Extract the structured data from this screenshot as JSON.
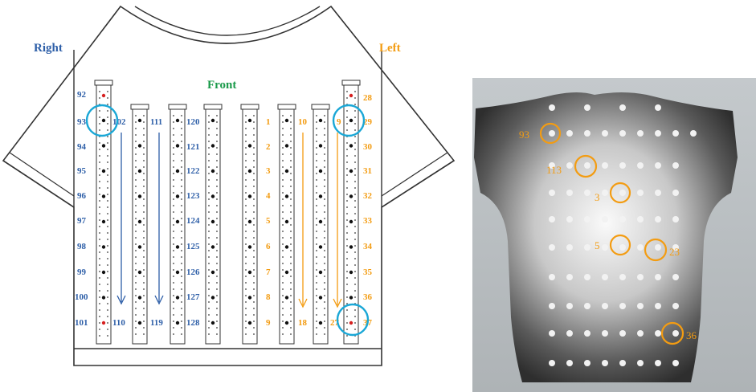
{
  "shirt": {
    "title_front": "Front",
    "label_right": "Right",
    "label_left": "Left",
    "colors": {
      "right_side": "#2e5fa8",
      "left_side": "#f39c12",
      "front_label": "#1a9a4a",
      "highlight_ring": "#1aa7d6",
      "red_dot": "#d62020"
    },
    "right_columns": [
      {
        "labels": [
          "92",
          "93",
          "94",
          "95",
          "96",
          "97",
          "98",
          "99",
          "100",
          "101"
        ]
      },
      {
        "labels": [
          "102",
          "110"
        ]
      },
      {
        "labels": [
          "111",
          "119"
        ]
      },
      {
        "labels": [
          "120",
          "121",
          "122",
          "123",
          "124",
          "125",
          "126",
          "127",
          "128"
        ]
      }
    ],
    "left_columns": [
      {
        "labels": [
          "1",
          "2",
          "3",
          "4",
          "5",
          "6",
          "7",
          "8",
          "9"
        ]
      },
      {
        "labels": [
          "10",
          "18"
        ]
      },
      {
        "labels": [
          "27"
        ]
      },
      {
        "labels": [
          "9",
          "28",
          "29",
          "30",
          "31",
          "32",
          "33",
          "34",
          "35",
          "36",
          "37"
        ]
      }
    ]
  },
  "torso": {
    "markers": [
      "93",
      "113",
      "3",
      "5",
      "23",
      "36"
    ],
    "marker_color": "#f39c12"
  }
}
